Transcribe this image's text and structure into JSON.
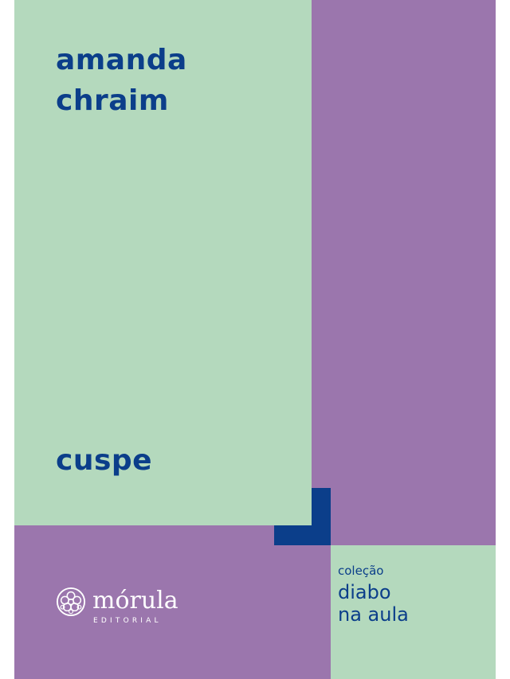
{
  "author": {
    "line1": "amanda",
    "line2": "chraim"
  },
  "title": "cuspe",
  "publisher": {
    "name": "mórula",
    "subtitle": "EDITORIAL"
  },
  "collection": {
    "label": "coleção",
    "name_line1": "diabo",
    "name_line2": "na aula"
  },
  "colors": {
    "mint": "#b4d9bd",
    "purple": "#9b76ad",
    "navy": "#0b3e8a",
    "white": "#ffffff"
  },
  "icons": {
    "publisher_logo": "morula-cell-icon"
  }
}
